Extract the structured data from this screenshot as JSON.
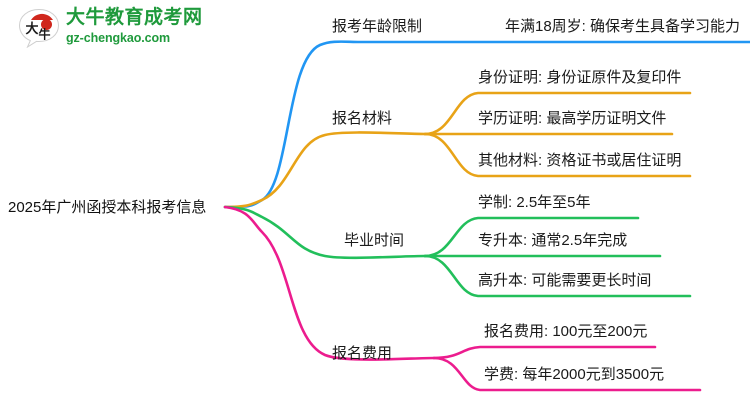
{
  "logo": {
    "mark_text": "大牛",
    "title": "大牛教育成考网",
    "subtitle": "gz-chengkao.com",
    "brand_color": "#1f9a3c",
    "mark_color": "#d0271d"
  },
  "mindmap": {
    "root": {
      "label": "2025年广州函授本科报考信息"
    },
    "branches": [
      {
        "label": "报考年龄限制",
        "color": "#2196f3",
        "children": [
          {
            "label": "年满18周岁: 确保考生具备学习能力"
          }
        ]
      },
      {
        "label": "报名材料",
        "color": "#e8a317",
        "children": [
          {
            "label": "身份证明: 身份证原件及复印件"
          },
          {
            "label": "学历证明: 最高学历证明文件"
          },
          {
            "label": "其他材料: 资格证书或居住证明"
          }
        ]
      },
      {
        "label": "毕业时间",
        "color": "#22bf5b",
        "children": [
          {
            "label": "学制: 2.5年至5年"
          },
          {
            "label": "专升本: 通常2.5年完成"
          },
          {
            "label": "高升本: 可能需要更长时间"
          }
        ]
      },
      {
        "label": "报名费用",
        "color": "#ec1c8e",
        "children": [
          {
            "label": "报名费用: 100元至200元"
          },
          {
            "label": "学费: 每年2000元到3500元"
          }
        ]
      }
    ]
  }
}
